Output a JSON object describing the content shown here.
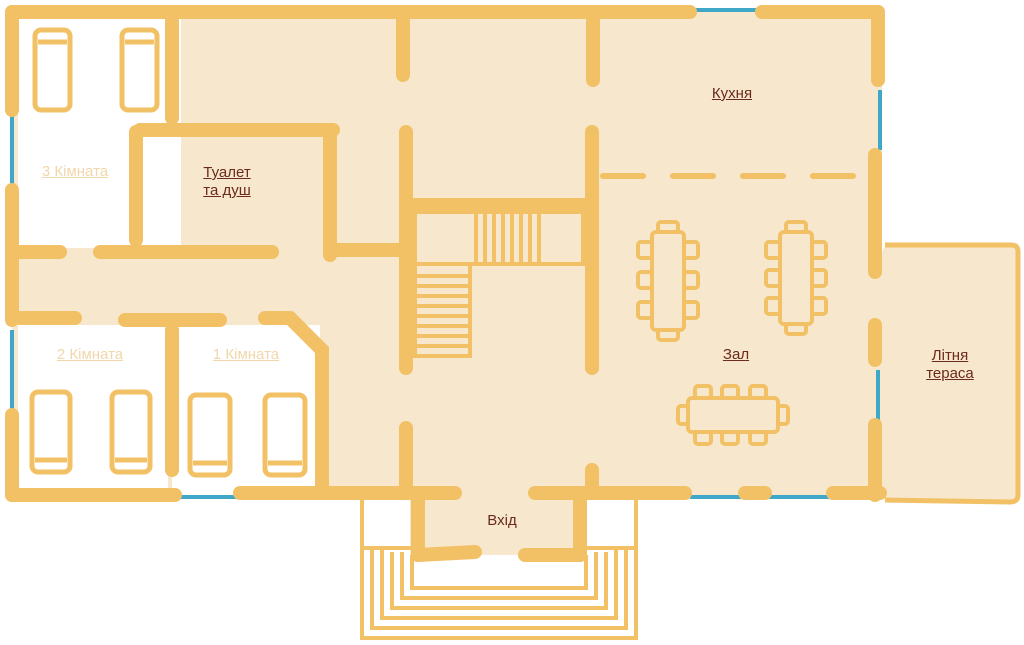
{
  "rooms": {
    "kitchen": "Кухня",
    "toilet_line1": "Туалет",
    "toilet_line2": "та душ",
    "room3": "3 Кімната",
    "room2": "2 Кімната",
    "room1": "1 Кімната",
    "hall": "Зал",
    "terrace_line1": "Літня",
    "terrace_line2": "тераса",
    "entrance": "Вхід"
  },
  "colors": {
    "wall": "#f2c166",
    "floor": "#f7e7cc",
    "window": "#3fa8c9",
    "label_dark": "#6b2a1c",
    "label_light": "#f2d7ab"
  }
}
